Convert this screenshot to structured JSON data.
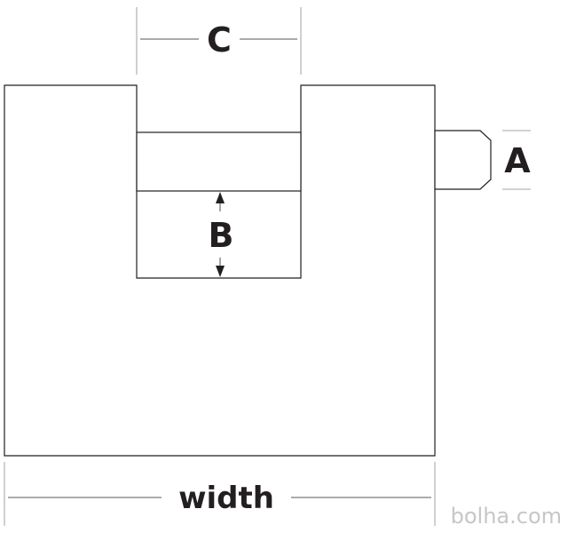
{
  "diagram": {
    "labels": {
      "c": "C",
      "b": "B",
      "a": "A",
      "width": "width"
    },
    "watermark": "bolha.com",
    "colors": {
      "line": "#231f20",
      "extension_line": "#8a8a8a",
      "watermark": "#c7c7c7",
      "background": "#ffffff"
    }
  }
}
